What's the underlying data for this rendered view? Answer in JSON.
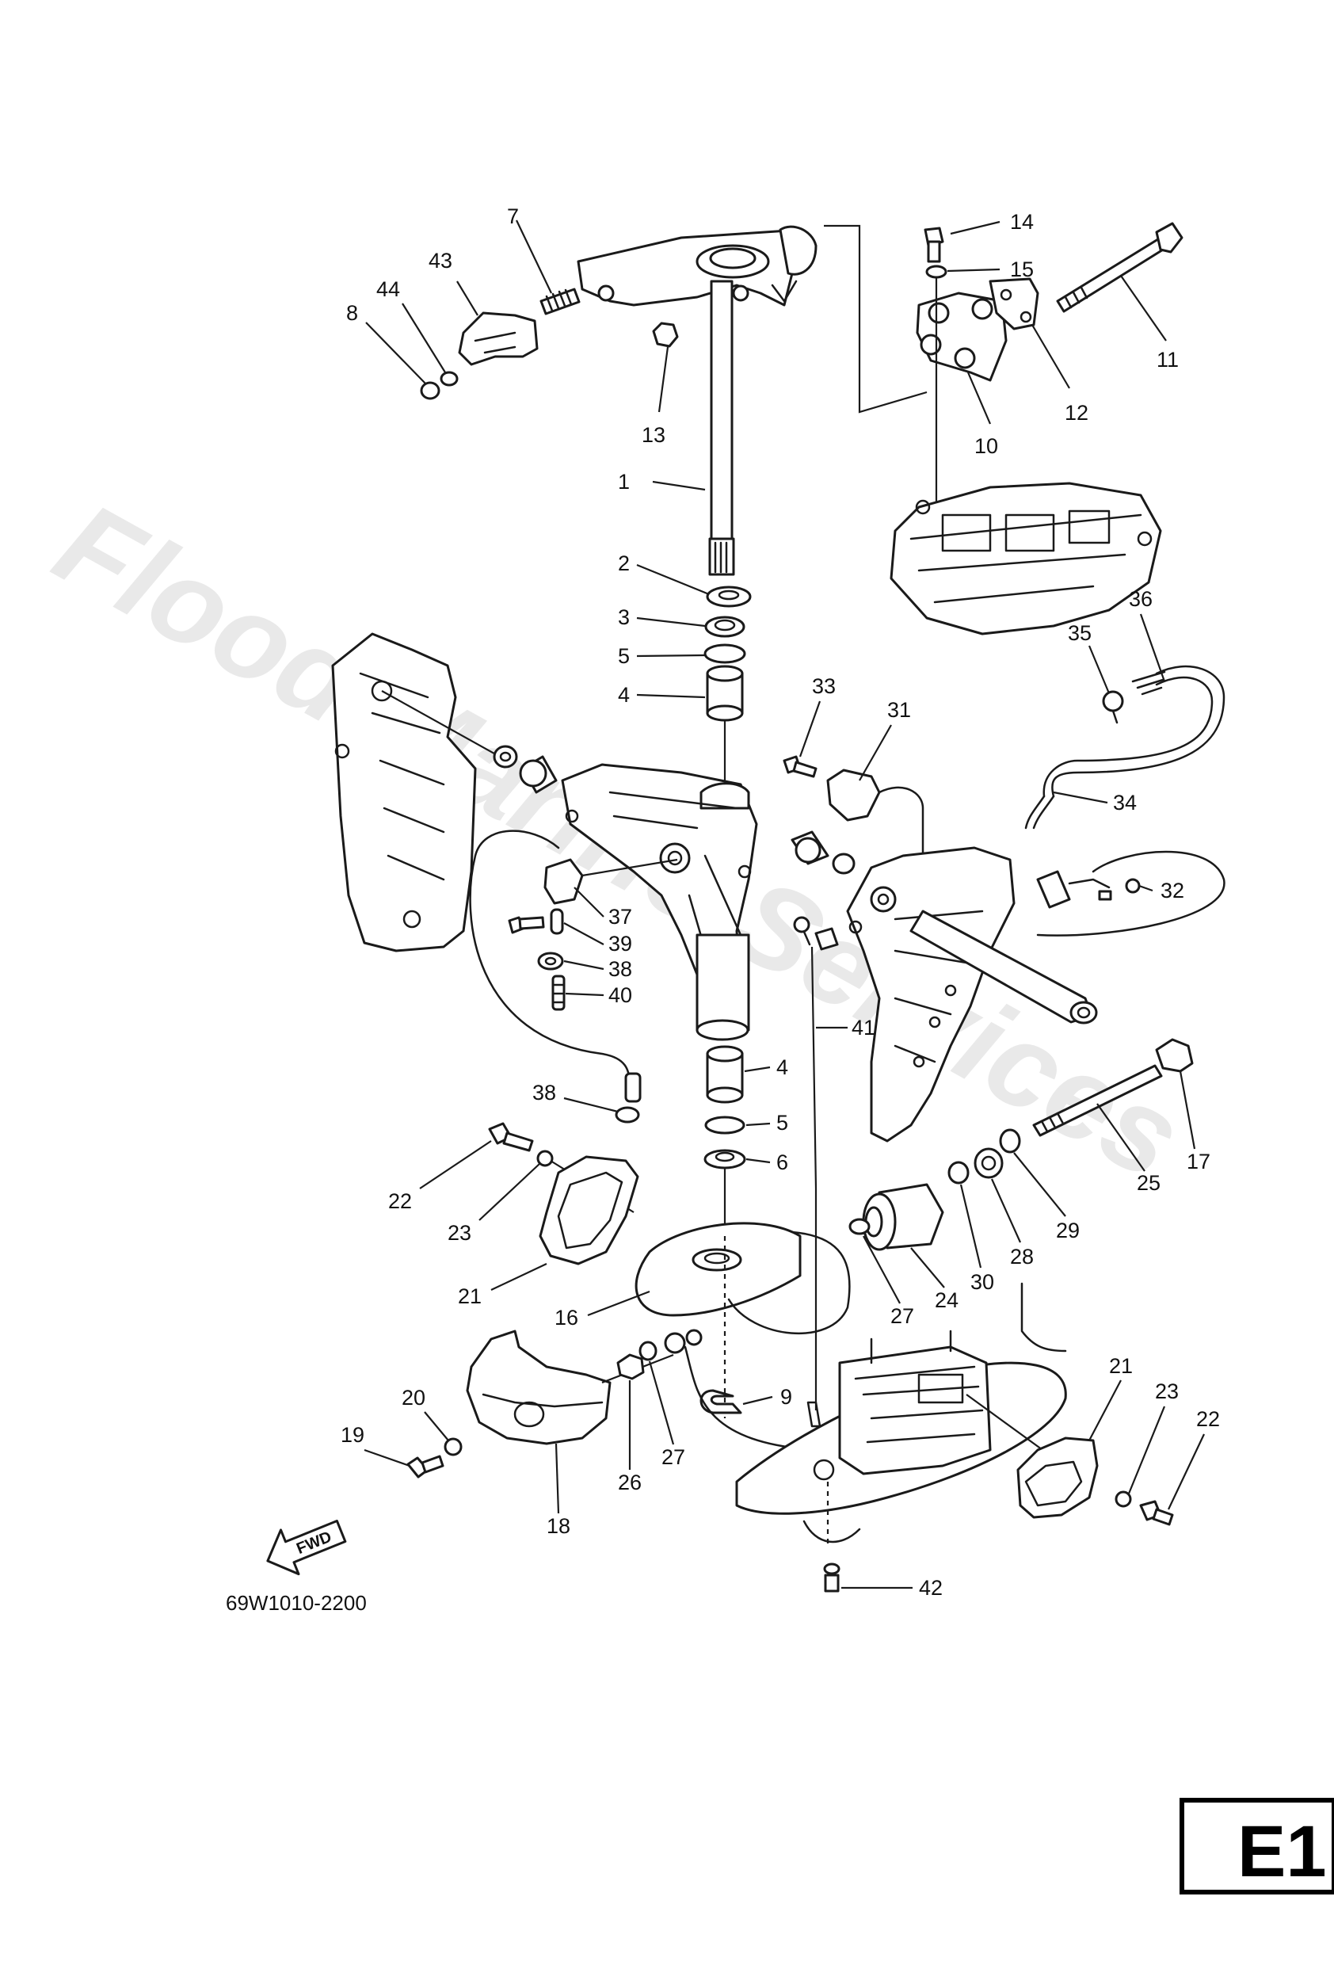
{
  "watermark": "Flood Marine Services",
  "part_code": "69W1010-2200",
  "section": "E1",
  "fwd_label": "FWD",
  "callouts": [
    "1",
    "2",
    "3",
    "4",
    "5",
    "6",
    "7",
    "8",
    "9",
    "10",
    "11",
    "12",
    "13",
    "14",
    "15",
    "16",
    "17",
    "18",
    "19",
    "20",
    "21",
    "22",
    "23",
    "24",
    "25",
    "26",
    "27",
    "28",
    "29",
    "30",
    "31",
    "32",
    "33",
    "34",
    "35",
    "36",
    "37",
    "38",
    "39",
    "40",
    "41",
    "42",
    "43",
    "44"
  ]
}
